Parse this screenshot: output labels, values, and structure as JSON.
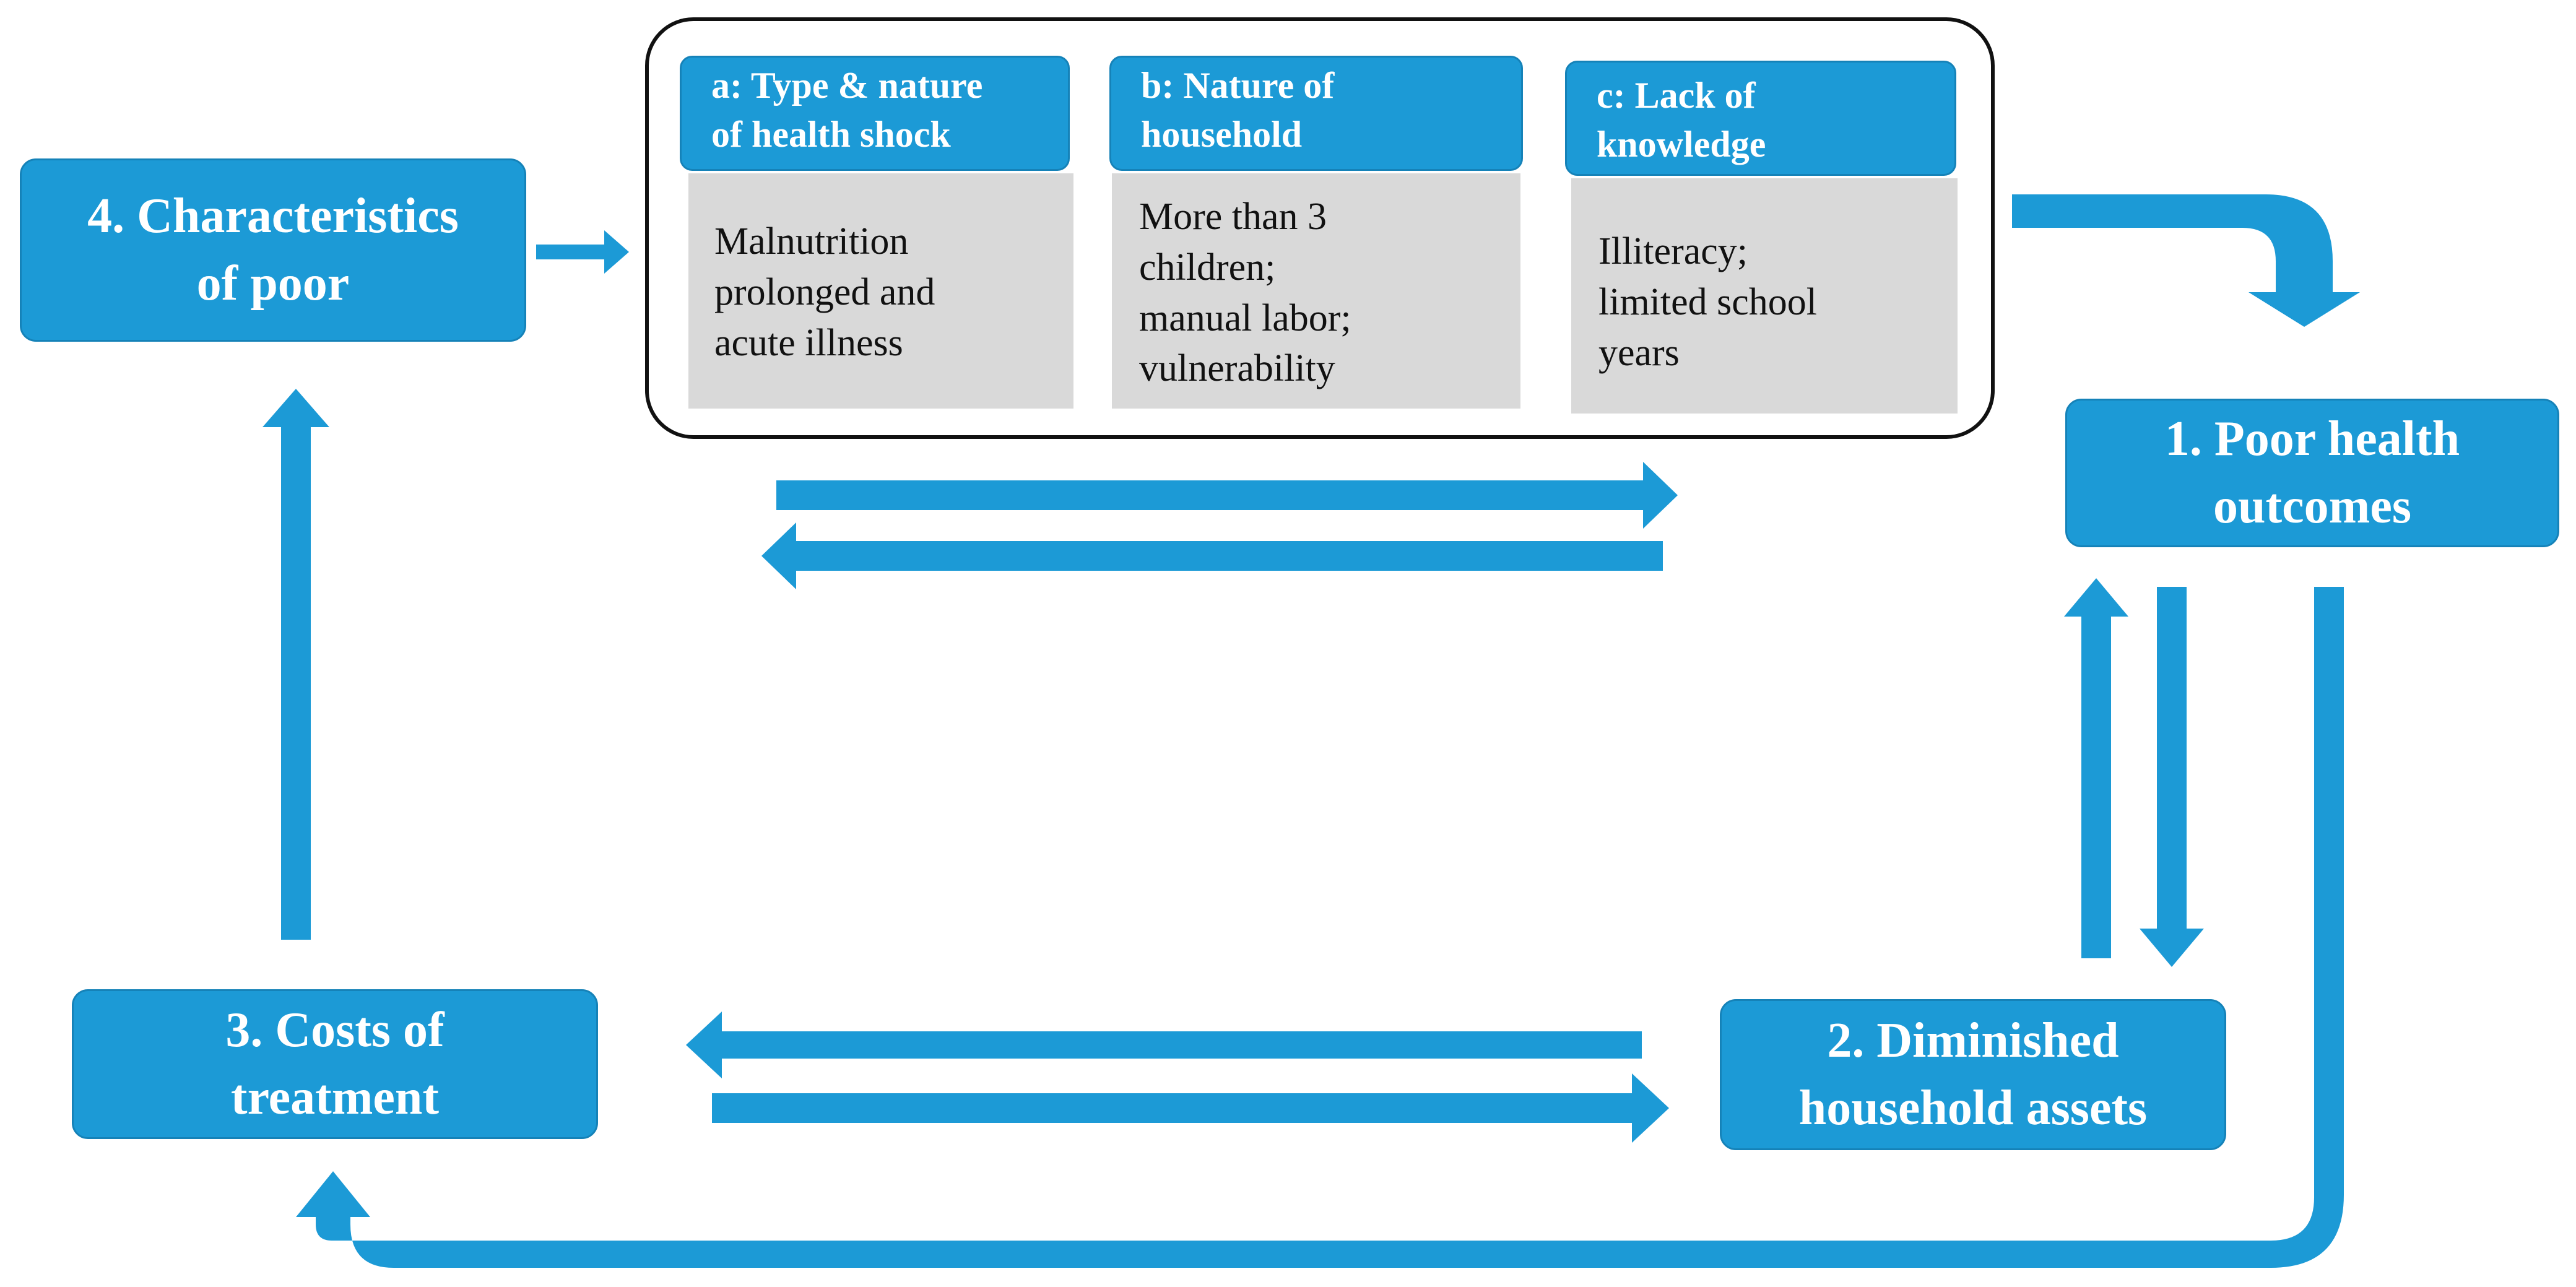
{
  "nodes": {
    "characteristics": "4. Characteristics\nof poor",
    "poor_health": "1. Poor health\noutcomes",
    "diminished_assets": "2. Diminished\nhousehold assets",
    "costs": "3. Costs of\ntreatment"
  },
  "categories": [
    {
      "title": "a: Type & nature\nof health shock",
      "body": "Malnutrition\nprolonged and\nacute illness"
    },
    {
      "title": "b: Nature of\nhousehold",
      "body": "More than 3\nchildren;\nmanual labor;\nvulnerability"
    },
    {
      "title": "c: Lack of\nknowledge",
      "body": "Illiteracy;\nlimited school\nyears"
    }
  ],
  "colors": {
    "node_fill": "#1c9ad6",
    "arrow": "#1c9ad6",
    "detail_fill": "#d9d9d9",
    "group_border": "#111111"
  }
}
